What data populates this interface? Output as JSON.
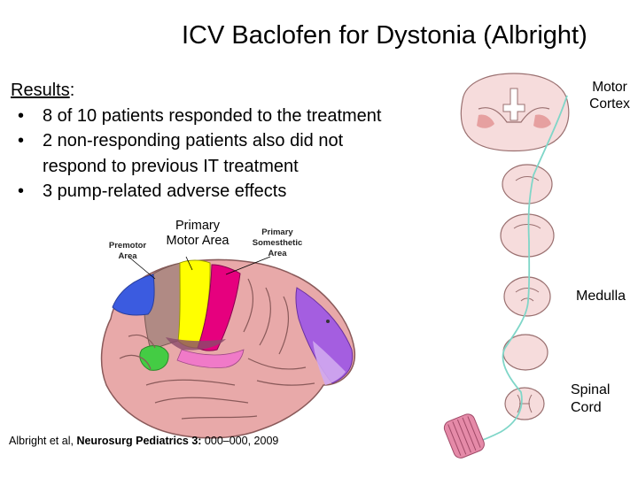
{
  "slide": {
    "title": "ICV Baclofen for Dystonia (Albright)"
  },
  "results": {
    "heading": "Results",
    "heading_suffix": ":",
    "bullets": [
      "8 of 10 patients responded to the treatment",
      "2 non-responding patients also did not",
      "respond to previous IT treatment",
      "3 pump-related adverse effects"
    ]
  },
  "brain_labels": {
    "primary_motor_line1": "Primary",
    "primary_motor_line2": "Motor Area",
    "premotor_line1": "Premotor",
    "premotor_line2": "Area",
    "somato_line1": "Primary",
    "somato_line2": "Somesthetic",
    "somato_line3": "Area"
  },
  "pathway_labels": {
    "motor_line1": "Motor",
    "motor_line2": "Cortex",
    "medulla": "Medulla",
    "spinal_line1": "Spinal",
    "spinal_line2": "Cord"
  },
  "citation": {
    "authors": "Albright et al, ",
    "journal": "Neurosurg Pediatrics 3:",
    "pages": " 000–000, 2009"
  },
  "colors": {
    "brain_base": "#e8a9a9",
    "premotor": "#b08a84",
    "primary_motor": "#ffff00",
    "somesthetic": "#e6007e",
    "blue_region": "#3b5be0",
    "green_region": "#44cc44",
    "violet_region": "#a45ee0",
    "section_fill": "#f6dcdc",
    "tract": "#7fd6c8",
    "muscle": "#e58aa8"
  }
}
